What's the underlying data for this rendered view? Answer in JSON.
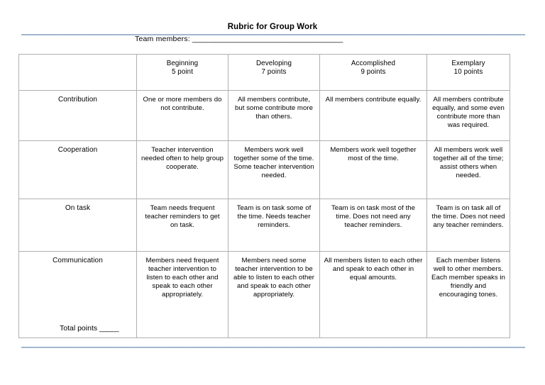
{
  "document": {
    "title": "Rubric for Group Work",
    "team_members_label": "Team members:",
    "team_members_blank": "_______________________________________",
    "total_points_label": "Total points",
    "total_points_blank": "_____"
  },
  "colors": {
    "rule": "#95aac8",
    "table_border": "#b0b0b0",
    "text": "#000000",
    "background": "#ffffff"
  },
  "table": {
    "corner_header": "",
    "column_headers": [
      {
        "level": "Beginning",
        "points": "5 point"
      },
      {
        "level": "Developing",
        "points": "7 points"
      },
      {
        "level": "Accomplished",
        "points": "9 points"
      },
      {
        "level": "Exemplary",
        "points": "10 points"
      }
    ],
    "rows": [
      {
        "criterion": "Contribution",
        "cells": [
          "One or more members do not contribute.",
          "All members contribute, but some contribute more than others.",
          "All members contribute equally.",
          "All members contribute equally, and some even contribute more than was required."
        ]
      },
      {
        "criterion": "Cooperation",
        "cells": [
          "Teacher intervention needed often to help group cooperate.",
          "Members work well together some of the time. Some teacher intervention needed.",
          "Members work well together most of the time.",
          "All members work well together all of the time; assist others when needed."
        ]
      },
      {
        "criterion": "On task",
        "cells": [
          "Team needs frequent teacher reminders to get on task.",
          "Team is on task some of the time. Needs teacher reminders.",
          "Team is on task most of the time. Does not need any teacher reminders.",
          "Team is on task all of the time. Does not need any teacher reminders."
        ]
      },
      {
        "criterion": "Communication",
        "cells": [
          "Members need frequent teacher intervention to listen to each other and speak to each other appropriately.",
          "Members need some teacher intervention to be able to listen to each other and speak to each other appropriately.",
          "All members listen to each other and speak to each other in equal amounts.",
          "Each member listens well to other members. Each member speaks in friendly and encouraging tones."
        ]
      }
    ]
  }
}
